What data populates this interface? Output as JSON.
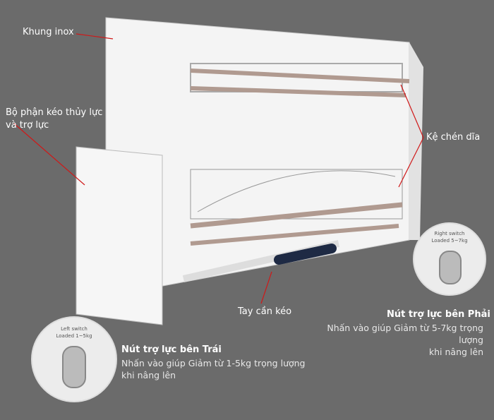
{
  "labels": {
    "frame": "Khung inox",
    "hydraulic_line1": "Bộ phận kéo thủy lực",
    "hydraulic_line2": "và trợ lực",
    "rack": "Kệ chén dĩa",
    "handle": "Tay cần kéo"
  },
  "right_button": {
    "title": "Nút trợ lực bên Phải",
    "desc_line1": "Nhấn vào giúp Giảm từ 5-7kg trọng lượng",
    "desc_line2": "khi nâng lên",
    "switch_label": "Right switch",
    "switch_load": "Loaded 5~7kg"
  },
  "left_button": {
    "title": "Nút trợ lực bên Trái",
    "desc_line1": "Nhấn vào giúp Giảm từ 1-5kg trọng lượng",
    "desc_line2": "khi nâng lên",
    "switch_label": "Left switch",
    "switch_load": "Loaded 1~5kg"
  },
  "colors": {
    "background": "#6b6b6b",
    "pointer": "#d01818",
    "cabinet": "#f2f2f2"
  }
}
